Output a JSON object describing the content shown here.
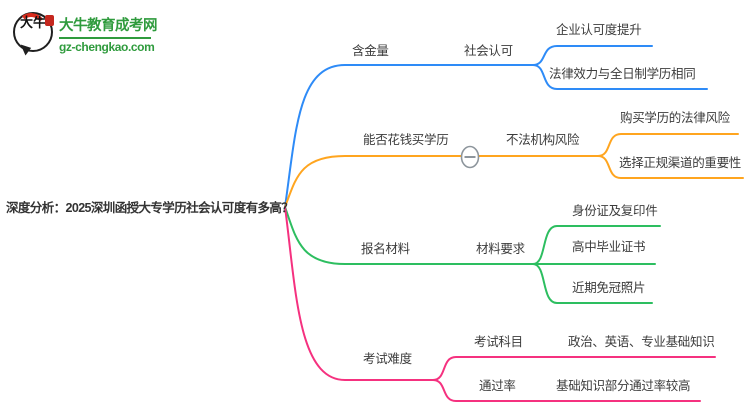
{
  "logo": {
    "badge": "大牛",
    "name": "大牛教育成考网",
    "url": "gz-chengkao.com"
  },
  "colors": {
    "blue": "#2e8bf7",
    "orange": "#ffa51f",
    "green": "#2dbe60",
    "pink": "#f5317f",
    "brand_green": "#2f9b3d",
    "seal_red": "#c5271e",
    "text": "#3c3c3c",
    "collapse_gray": "#8d959c"
  },
  "root": {
    "title": "深度分析：2025深圳函授大专学历社会认可度有多高？"
  },
  "branches": {
    "quality": {
      "node": "含金量",
      "sub": "社会认可",
      "leaf1": "企业认可度提升",
      "leaf2": "法律效力与全日制学历相同"
    },
    "buy": {
      "node": "能否花钱买学历",
      "sub": "不法机构风险",
      "leaf1": "购买学历的法律风险",
      "leaf2": "选择正规渠道的重要性"
    },
    "materials": {
      "node": "报名材料",
      "sub": "材料要求",
      "leaf1": "身份证及复印件",
      "leaf2": "高中毕业证书",
      "leaf3": "近期免冠照片"
    },
    "difficulty": {
      "node": "考试难度",
      "sub1": "考试科目",
      "leaf1": "政治、英语、专业基础知识",
      "sub2": "通过率",
      "leaf2": "基础知识部分通过率较高"
    }
  }
}
